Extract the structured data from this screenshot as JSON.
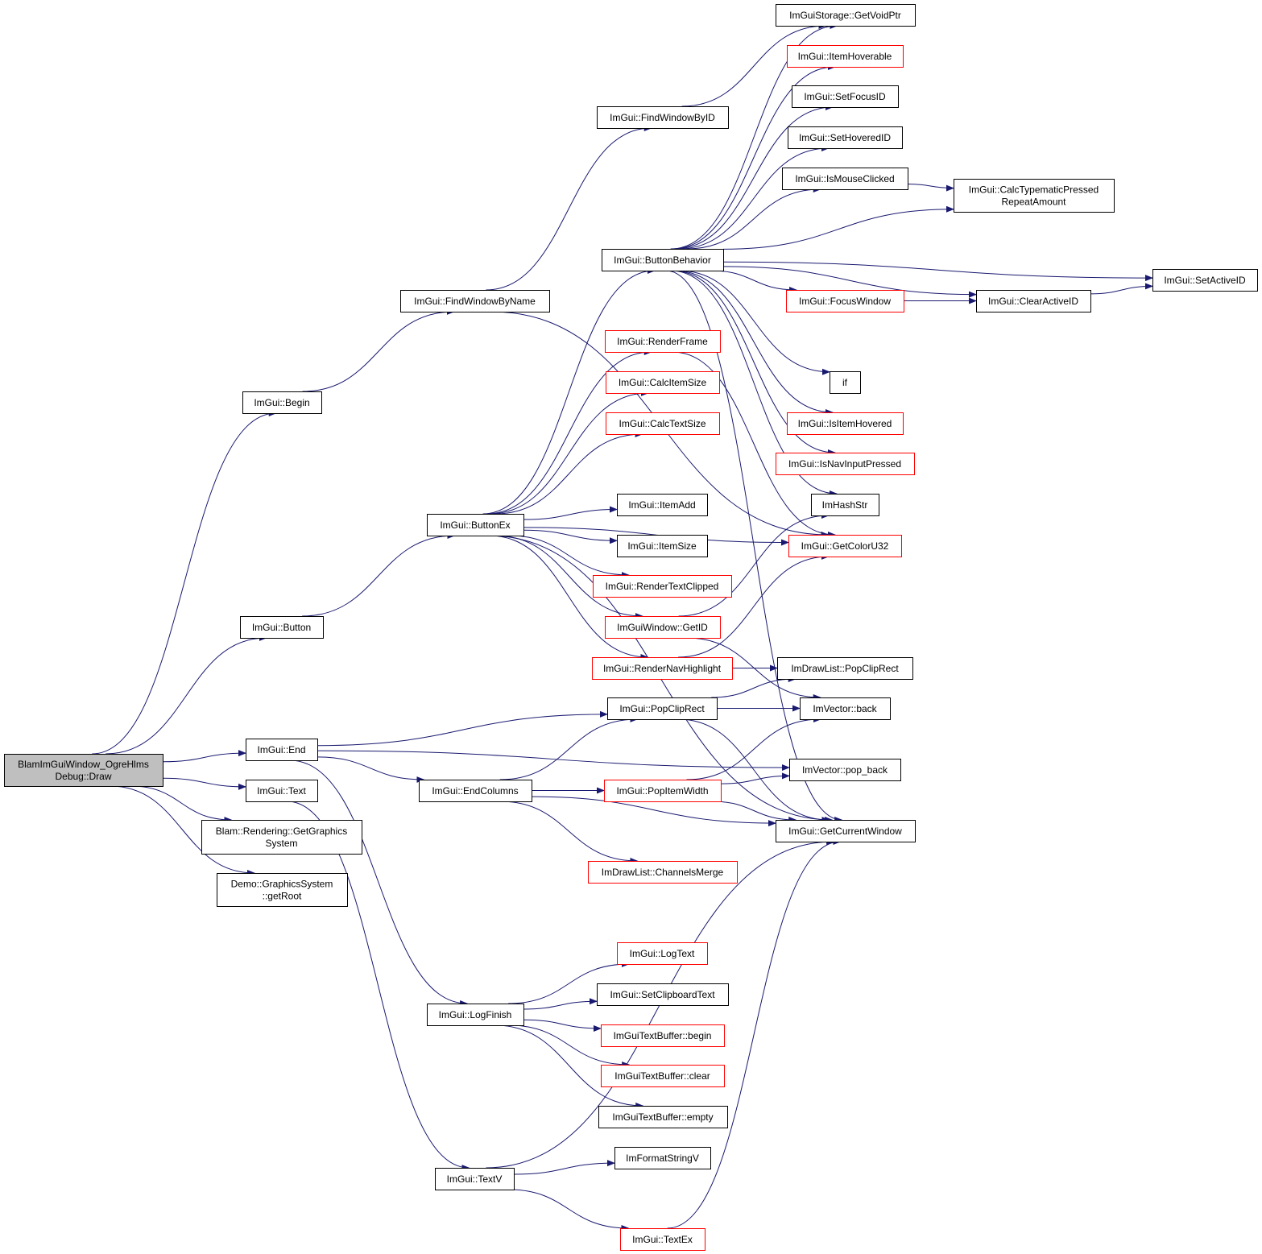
{
  "colors": {
    "edge": "#191970",
    "border_normal": "#000000",
    "border_truncated": "#ff0000",
    "fill_normal": "#ffffff",
    "fill_root": "#bfbfbf"
  },
  "nodes": [
    {
      "id": "root",
      "lines": [
        "BlamImGuiWindow_OgreHlms",
        "Debug::Draw"
      ],
      "style": "root"
    },
    {
      "id": "begin",
      "lines": [
        "ImGui::Begin"
      ],
      "style": "normal"
    },
    {
      "id": "button",
      "lines": [
        "ImGui::Button"
      ],
      "style": "normal"
    },
    {
      "id": "end",
      "lines": [
        "ImGui::End"
      ],
      "style": "normal"
    },
    {
      "id": "text",
      "lines": [
        "ImGui::Text"
      ],
      "style": "normal"
    },
    {
      "id": "getgfx",
      "lines": [
        "Blam::Rendering::GetGraphics",
        "System"
      ],
      "style": "normal"
    },
    {
      "id": "getroot",
      "lines": [
        "Demo::GraphicsSystem",
        "::getRoot"
      ],
      "style": "normal"
    },
    {
      "id": "findbyname",
      "lines": [
        "ImGui::FindWindowByName"
      ],
      "style": "normal"
    },
    {
      "id": "buttonex",
      "lines": [
        "ImGui::ButtonEx"
      ],
      "style": "normal"
    },
    {
      "id": "endcols",
      "lines": [
        "ImGui::EndColumns"
      ],
      "style": "normal"
    },
    {
      "id": "logfinish",
      "lines": [
        "ImGui::LogFinish"
      ],
      "style": "normal"
    },
    {
      "id": "textv",
      "lines": [
        "ImGui::TextV"
      ],
      "style": "normal"
    },
    {
      "id": "findbyid",
      "lines": [
        "ImGui::FindWindowByID"
      ],
      "style": "normal"
    },
    {
      "id": "btnbehavior",
      "lines": [
        "ImGui::ButtonBehavior"
      ],
      "style": "normal"
    },
    {
      "id": "renderframe",
      "lines": [
        "ImGui::RenderFrame"
      ],
      "style": "truncated"
    },
    {
      "id": "calcitemsize",
      "lines": [
        "ImGui::CalcItemSize"
      ],
      "style": "truncated"
    },
    {
      "id": "calctextsize",
      "lines": [
        "ImGui::CalcTextSize"
      ],
      "style": "truncated"
    },
    {
      "id": "itemadd",
      "lines": [
        "ImGui::ItemAdd"
      ],
      "style": "normal"
    },
    {
      "id": "itemsize",
      "lines": [
        "ImGui::ItemSize"
      ],
      "style": "normal"
    },
    {
      "id": "rendertextclipped",
      "lines": [
        "ImGui::RenderTextClipped"
      ],
      "style": "truncated"
    },
    {
      "id": "getid",
      "lines": [
        "ImGuiWindow::GetID"
      ],
      "style": "truncated"
    },
    {
      "id": "rendernav",
      "lines": [
        "ImGui::RenderNavHighlight"
      ],
      "style": "truncated"
    },
    {
      "id": "popcliprect",
      "lines": [
        "ImGui::PopClipRect"
      ],
      "style": "normal"
    },
    {
      "id": "popitemwidth",
      "lines": [
        "ImGui::PopItemWidth"
      ],
      "style": "truncated"
    },
    {
      "id": "channelsmerge",
      "lines": [
        "ImDrawList::ChannelsMerge"
      ],
      "style": "truncated"
    },
    {
      "id": "logtext",
      "lines": [
        "ImGui::LogText"
      ],
      "style": "truncated"
    },
    {
      "id": "setclipboard",
      "lines": [
        "ImGui::SetClipboardText"
      ],
      "style": "normal"
    },
    {
      "id": "tbbegin",
      "lines": [
        "ImGuiTextBuffer::begin"
      ],
      "style": "truncated"
    },
    {
      "id": "tbclear",
      "lines": [
        "ImGuiTextBuffer::clear"
      ],
      "style": "truncated"
    },
    {
      "id": "tbempty",
      "lines": [
        "ImGuiTextBuffer::empty"
      ],
      "style": "normal"
    },
    {
      "id": "formatstringv",
      "lines": [
        "ImFormatStringV"
      ],
      "style": "normal"
    },
    {
      "id": "textex",
      "lines": [
        "ImGui::TextEx"
      ],
      "style": "truncated"
    },
    {
      "id": "getvoidptr",
      "lines": [
        "ImGuiStorage::GetVoidPtr"
      ],
      "style": "normal"
    },
    {
      "id": "itemhoverable",
      "lines": [
        "ImGui::ItemHoverable"
      ],
      "style": "truncated"
    },
    {
      "id": "setfocusid",
      "lines": [
        "ImGui::SetFocusID"
      ],
      "style": "normal"
    },
    {
      "id": "sethoveredid",
      "lines": [
        "ImGui::SetHoveredID"
      ],
      "style": "normal"
    },
    {
      "id": "ismouseclicked",
      "lines": [
        "ImGui::IsMouseClicked"
      ],
      "style": "normal"
    },
    {
      "id": "focuswindow",
      "lines": [
        "ImGui::FocusWindow"
      ],
      "style": "truncated"
    },
    {
      "id": "if",
      "lines": [
        "if"
      ],
      "style": "normal"
    },
    {
      "id": "isitemhovered",
      "lines": [
        "ImGui::IsItemHovered"
      ],
      "style": "truncated"
    },
    {
      "id": "isnavinput",
      "lines": [
        "ImGui::IsNavInputPressed"
      ],
      "style": "truncated"
    },
    {
      "id": "imhashstr",
      "lines": [
        "ImHashStr"
      ],
      "style": "normal"
    },
    {
      "id": "getcoloru32",
      "lines": [
        "ImGui::GetColorU32"
      ],
      "style": "truncated"
    },
    {
      "id": "dlpopcliprect",
      "lines": [
        "ImDrawList::PopClipRect"
      ],
      "style": "normal"
    },
    {
      "id": "vecback",
      "lines": [
        "ImVector::back"
      ],
      "style": "normal"
    },
    {
      "id": "vecpopback",
      "lines": [
        "ImVector::pop_back"
      ],
      "style": "normal"
    },
    {
      "id": "getcurrentwindow",
      "lines": [
        "ImGui::GetCurrentWindow"
      ],
      "style": "normal"
    },
    {
      "id": "calctypematic",
      "lines": [
        "ImGui::CalcTypematicPressed",
        "RepeatAmount"
      ],
      "style": "normal"
    },
    {
      "id": "clearactiveid",
      "lines": [
        "ImGui::ClearActiveID"
      ],
      "style": "normal"
    },
    {
      "id": "setactiveid",
      "lines": [
        "ImGui::SetActiveID"
      ],
      "style": "normal"
    }
  ],
  "edges": [
    [
      "root",
      "begin"
    ],
    [
      "root",
      "button"
    ],
    [
      "root",
      "end"
    ],
    [
      "root",
      "text"
    ],
    [
      "root",
      "getgfx"
    ],
    [
      "root",
      "getroot"
    ],
    [
      "begin",
      "findbyname"
    ],
    [
      "findbyname",
      "findbyid"
    ],
    [
      "findbyname",
      "getcoloru32"
    ],
    [
      "findbyid",
      "getvoidptr"
    ],
    [
      "button",
      "buttonex"
    ],
    [
      "buttonex",
      "btnbehavior"
    ],
    [
      "buttonex",
      "renderframe"
    ],
    [
      "buttonex",
      "calcitemsize"
    ],
    [
      "buttonex",
      "calctextsize"
    ],
    [
      "buttonex",
      "itemadd"
    ],
    [
      "buttonex",
      "itemsize"
    ],
    [
      "buttonex",
      "rendertextclipped"
    ],
    [
      "buttonex",
      "getid"
    ],
    [
      "buttonex",
      "rendernav"
    ],
    [
      "buttonex",
      "getcoloru32"
    ],
    [
      "buttonex",
      "getcurrentwindow"
    ],
    [
      "btnbehavior",
      "getvoidptr"
    ],
    [
      "btnbehavior",
      "itemhoverable"
    ],
    [
      "btnbehavior",
      "setfocusid"
    ],
    [
      "btnbehavior",
      "sethoveredid"
    ],
    [
      "btnbehavior",
      "ismouseclicked"
    ],
    [
      "btnbehavior",
      "calctypematic"
    ],
    [
      "btnbehavior",
      "setactiveid"
    ],
    [
      "btnbehavior",
      "focuswindow"
    ],
    [
      "btnbehavior",
      "clearactiveid"
    ],
    [
      "btnbehavior",
      "if"
    ],
    [
      "btnbehavior",
      "isitemhovered"
    ],
    [
      "btnbehavior",
      "isnavinput"
    ],
    [
      "btnbehavior",
      "imhashstr"
    ],
    [
      "btnbehavior",
      "getcurrentwindow"
    ],
    [
      "ismouseclicked",
      "calctypematic"
    ],
    [
      "focuswindow",
      "clearactiveid"
    ],
    [
      "clearactiveid",
      "setactiveid"
    ],
    [
      "renderframe",
      "getcoloru32"
    ],
    [
      "getid",
      "imhashstr"
    ],
    [
      "getid",
      "vecback"
    ],
    [
      "rendernav",
      "getcoloru32"
    ],
    [
      "rendernav",
      "dlpopcliprect"
    ],
    [
      "end",
      "popcliprect"
    ],
    [
      "end",
      "vecpopback"
    ],
    [
      "end",
      "endcols"
    ],
    [
      "end",
      "logfinish"
    ],
    [
      "popcliprect",
      "dlpopcliprect"
    ],
    [
      "popcliprect",
      "vecback"
    ],
    [
      "popcliprect",
      "getcurrentwindow"
    ],
    [
      "endcols",
      "popcliprect"
    ],
    [
      "endcols",
      "popitemwidth"
    ],
    [
      "endcols",
      "channelsmerge"
    ],
    [
      "endcols",
      "getcurrentwindow"
    ],
    [
      "popitemwidth",
      "vecback"
    ],
    [
      "popitemwidth",
      "vecpopback"
    ],
    [
      "popitemwidth",
      "getcurrentwindow"
    ],
    [
      "logfinish",
      "logtext"
    ],
    [
      "logfinish",
      "setclipboard"
    ],
    [
      "logfinish",
      "tbbegin"
    ],
    [
      "logfinish",
      "tbclear"
    ],
    [
      "logfinish",
      "tbempty"
    ],
    [
      "text",
      "textv"
    ],
    [
      "textv",
      "formatstringv"
    ],
    [
      "textv",
      "getcurrentwindow"
    ],
    [
      "textv",
      "textex"
    ],
    [
      "textex",
      "getcurrentwindow"
    ]
  ]
}
